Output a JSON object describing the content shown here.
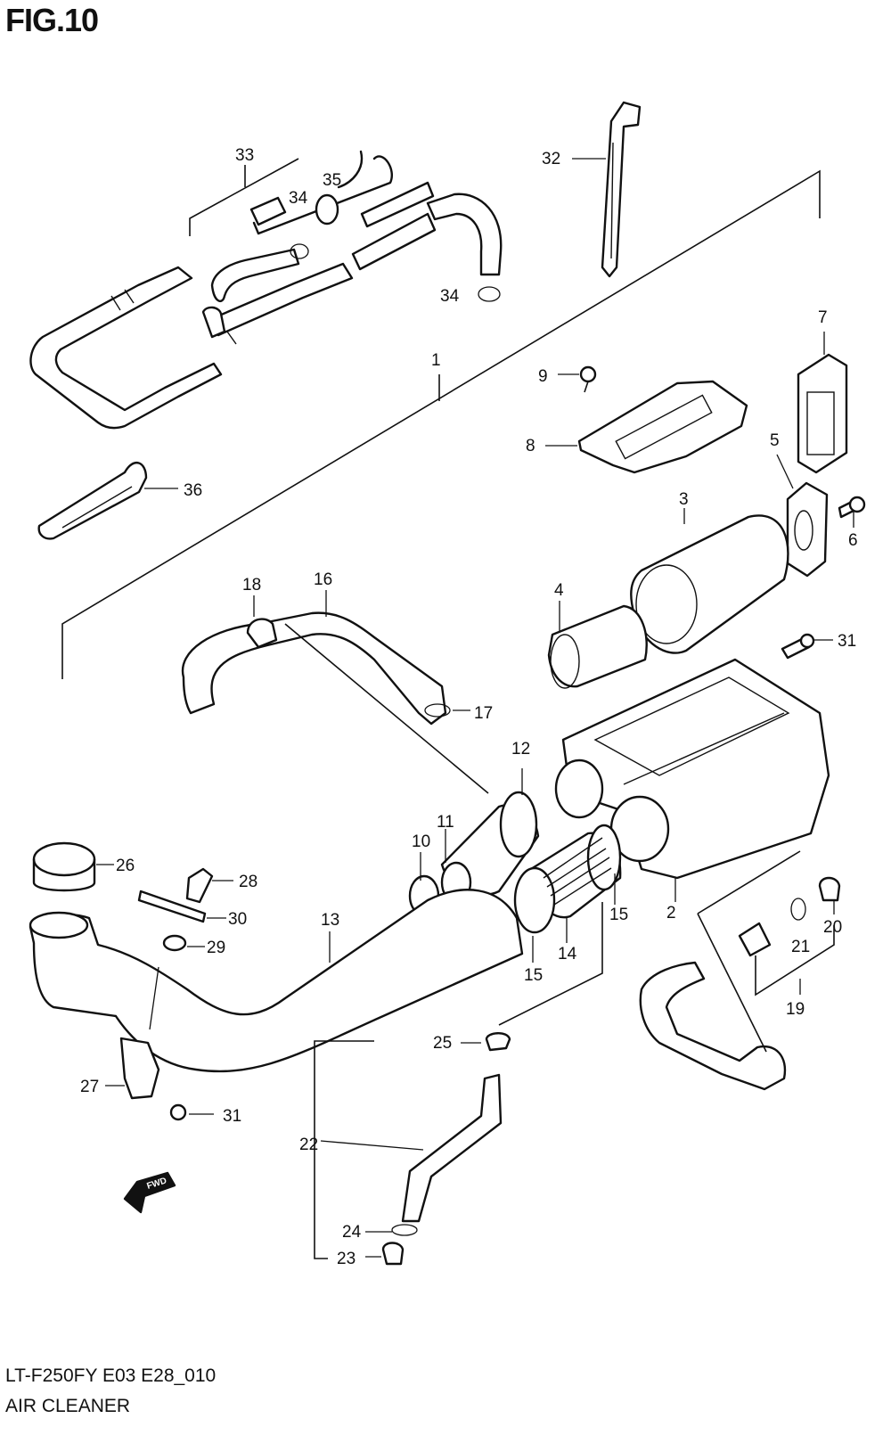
{
  "figure": {
    "title": "FIG.10",
    "model_code": "LT-F250FY E03 E28_010",
    "subtitle": "AIR CLEANER",
    "fwd_label": "FWD"
  },
  "callouts": [
    {
      "id": "c1",
      "label": "1"
    },
    {
      "id": "c2",
      "label": "2"
    },
    {
      "id": "c3",
      "label": "3"
    },
    {
      "id": "c4",
      "label": "4"
    },
    {
      "id": "c5",
      "label": "5"
    },
    {
      "id": "c6",
      "label": "6"
    },
    {
      "id": "c7",
      "label": "7"
    },
    {
      "id": "c8",
      "label": "8"
    },
    {
      "id": "c9",
      "label": "9"
    },
    {
      "id": "c10",
      "label": "10"
    },
    {
      "id": "c11",
      "label": "11"
    },
    {
      "id": "c12",
      "label": "12"
    },
    {
      "id": "c13",
      "label": "13"
    },
    {
      "id": "c14",
      "label": "14"
    },
    {
      "id": "c15a",
      "label": "15"
    },
    {
      "id": "c15b",
      "label": "15"
    },
    {
      "id": "c16",
      "label": "16"
    },
    {
      "id": "c17",
      "label": "17"
    },
    {
      "id": "c18",
      "label": "18"
    },
    {
      "id": "c19",
      "label": "19"
    },
    {
      "id": "c20",
      "label": "20"
    },
    {
      "id": "c21",
      "label": "21"
    },
    {
      "id": "c22",
      "label": "22"
    },
    {
      "id": "c23",
      "label": "23"
    },
    {
      "id": "c24",
      "label": "24"
    },
    {
      "id": "c25",
      "label": "25"
    },
    {
      "id": "c26",
      "label": "26"
    },
    {
      "id": "c27",
      "label": "27"
    },
    {
      "id": "c28",
      "label": "28"
    },
    {
      "id": "c29",
      "label": "29"
    },
    {
      "id": "c30",
      "label": "30"
    },
    {
      "id": "c31a",
      "label": "31"
    },
    {
      "id": "c31b",
      "label": "31"
    },
    {
      "id": "c32",
      "label": "32"
    },
    {
      "id": "c33",
      "label": "33"
    },
    {
      "id": "c34a",
      "label": "34"
    },
    {
      "id": "c34b",
      "label": "34"
    },
    {
      "id": "c35",
      "label": "35"
    },
    {
      "id": "c36",
      "label": "36"
    }
  ]
}
